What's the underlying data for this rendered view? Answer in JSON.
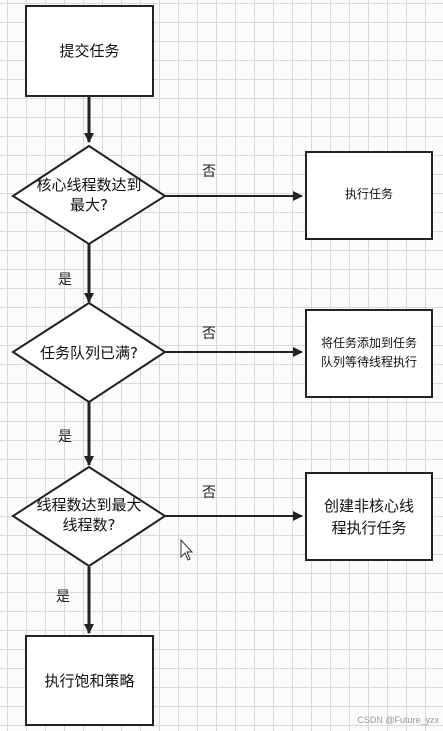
{
  "nodes": {
    "submit": "提交任务",
    "d1_line1": "核心线程数达到",
    "d1_line2": "最大?",
    "execute": "执行任务",
    "d2": "任务队列已满?",
    "enqueue_line1": "将任务添加到任务",
    "enqueue_line2": "队列等待线程执行",
    "d3_line1": "线程数达到最大",
    "d3_line2": "线程数?",
    "create_line1": "创建非核心线",
    "create_line2": "程执行任务",
    "reject": "执行饱和策略"
  },
  "edges": {
    "no1": "否",
    "yes1": "是",
    "no2": "否",
    "yes2": "是",
    "no3": "否",
    "yes3": "是"
  },
  "watermark": "CSDN @Future_yzx"
}
